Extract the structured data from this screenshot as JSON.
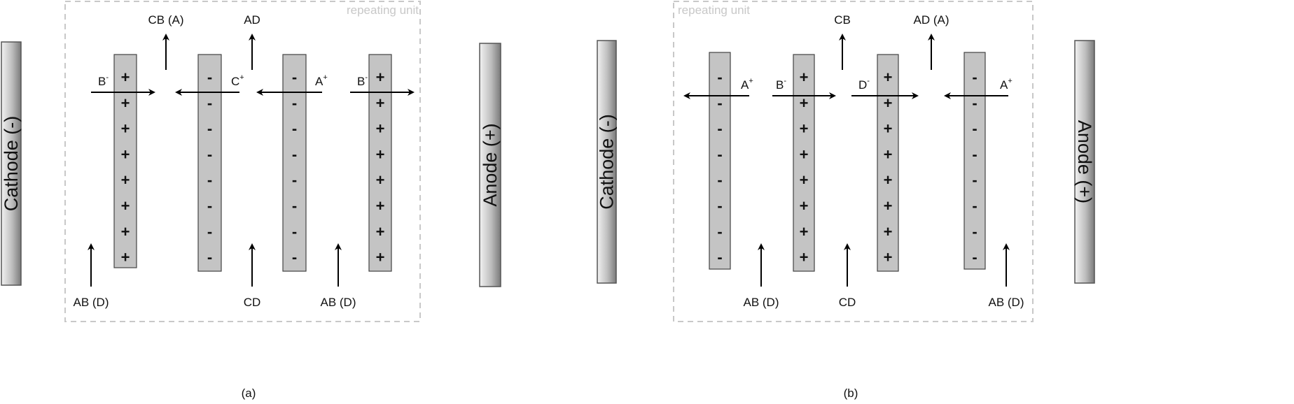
{
  "panels": [
    {
      "caption": "(a)",
      "repeating_unit": "repeating unit",
      "cathode": "Cathode (-)",
      "anode": "Anode (+)",
      "membranes": [
        {
          "charge": "+",
          "signs": 8
        },
        {
          "charge": "-",
          "signs": 8
        },
        {
          "charge": "-",
          "signs": 8
        },
        {
          "charge": "+",
          "signs": 8
        }
      ],
      "ion_flows": [
        {
          "ion": "B",
          "sup": "-",
          "direction": "right"
        },
        {
          "ion": "C",
          "sup": "+",
          "direction": "left"
        },
        {
          "ion": "A",
          "sup": "+",
          "direction": "left"
        },
        {
          "ion": "B",
          "sup": "-",
          "direction": "right"
        }
      ],
      "outlets": [
        "CB (A)",
        "AD"
      ],
      "inlets": [
        "AB (D)",
        "CD",
        "AB (D)"
      ]
    },
    {
      "caption": "(b)",
      "repeating_unit": "repeating unit",
      "cathode": "Cathode (-)",
      "anode": "Anode (+)",
      "membranes": [
        {
          "charge": "-",
          "signs": 8
        },
        {
          "charge": "+",
          "signs": 8
        },
        {
          "charge": "+",
          "signs": 8
        },
        {
          "charge": "-",
          "signs": 8
        }
      ],
      "ion_flows": [
        {
          "ion": "A",
          "sup": "+",
          "direction": "left"
        },
        {
          "ion": "B",
          "sup": "-",
          "direction": "right"
        },
        {
          "ion": "D",
          "sup": "-",
          "direction": "right"
        },
        {
          "ion": "A",
          "sup": "+",
          "direction": "left"
        }
      ],
      "outlets": [
        "CB",
        "AD (A)"
      ],
      "inlets": [
        "AB (D)",
        "CD",
        "AB (D)"
      ]
    }
  ],
  "colors": {
    "membrane": "#c4c4c4",
    "dashed_box": "#c8c8c8",
    "arrow": "#000000"
  }
}
